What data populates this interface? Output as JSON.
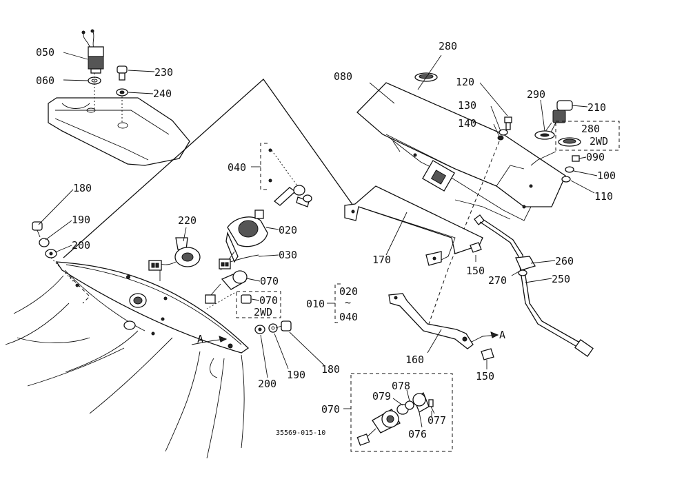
{
  "labels": {
    "p050": "050",
    "p060": "060",
    "p230": "230",
    "p240": "240",
    "p180a": "180",
    "p190a": "190",
    "p200a": "200",
    "p040": "040",
    "p220": "220",
    "p020": "020",
    "p030": "030",
    "p070a": "070",
    "p070b": "070",
    "p2wd_a": "2WD",
    "p200b": "200",
    "p190b": "190",
    "p180b": "180",
    "p080": "080",
    "p280a": "280",
    "p120": "120",
    "p130": "130",
    "p140": "140",
    "p290": "290",
    "p210": "210",
    "p280b": "280",
    "p2wd_b": "2WD",
    "p090": "090",
    "p100": "100",
    "p110": "110",
    "p170": "170",
    "p150a": "150",
    "p260": "260",
    "p270": "270",
    "p250": "250",
    "p010": "010",
    "p010_020": "020",
    "p010_tilde": "~",
    "p010_040": "040",
    "p160": "160",
    "p150b": "150",
    "refA1": "A",
    "refA2": "A",
    "p070c": "070",
    "p078": "078",
    "p079": "079",
    "p077": "077",
    "p076": "076",
    "drawing_no": "35569-015-10"
  }
}
